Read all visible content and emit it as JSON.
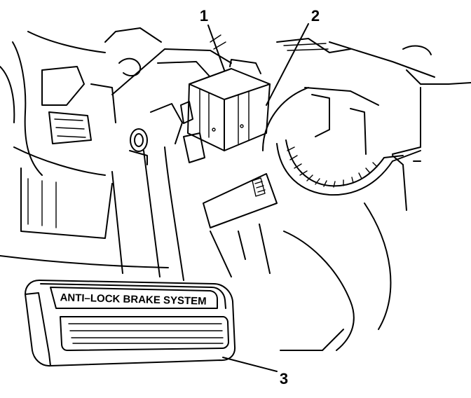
{
  "callouts": [
    {
      "id": "1",
      "label": "1"
    },
    {
      "id": "2",
      "label": "2"
    },
    {
      "id": "3",
      "label": "3"
    }
  ],
  "pedal_label": "ANTI–LOCK BRAKE SYSTEM"
}
